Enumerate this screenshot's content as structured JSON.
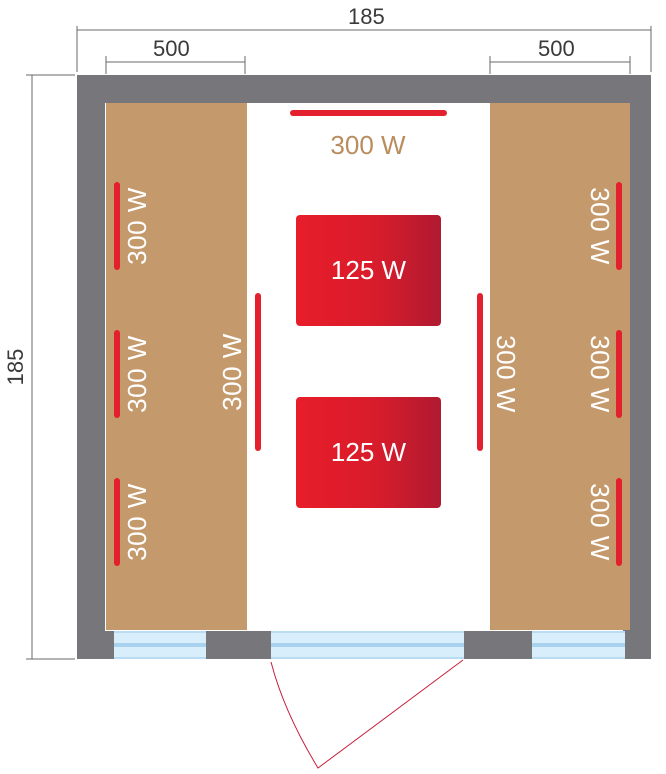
{
  "dimensions": {
    "overall_width": "185",
    "overall_height": "185",
    "left_bench_width": "500",
    "right_bench_width": "500"
  },
  "heaters": {
    "top_center": "300 W",
    "left_wall_top": "300 W",
    "left_wall_middle": "300 W",
    "left_wall_bottom": "300 W",
    "left_bench_edge": "300 W",
    "right_bench_edge": "300 W",
    "right_wall_top": "300 W",
    "right_wall_middle": "300 W",
    "right_wall_bottom": "300 W",
    "center_panel_top": "125 W",
    "center_panel_bottom": "125 W"
  },
  "colors": {
    "wall": "#77777b",
    "bench": "#c4996b",
    "heater": "#e3202e",
    "glass": "#d8eefb",
    "door_swing": "#c8203a"
  }
}
